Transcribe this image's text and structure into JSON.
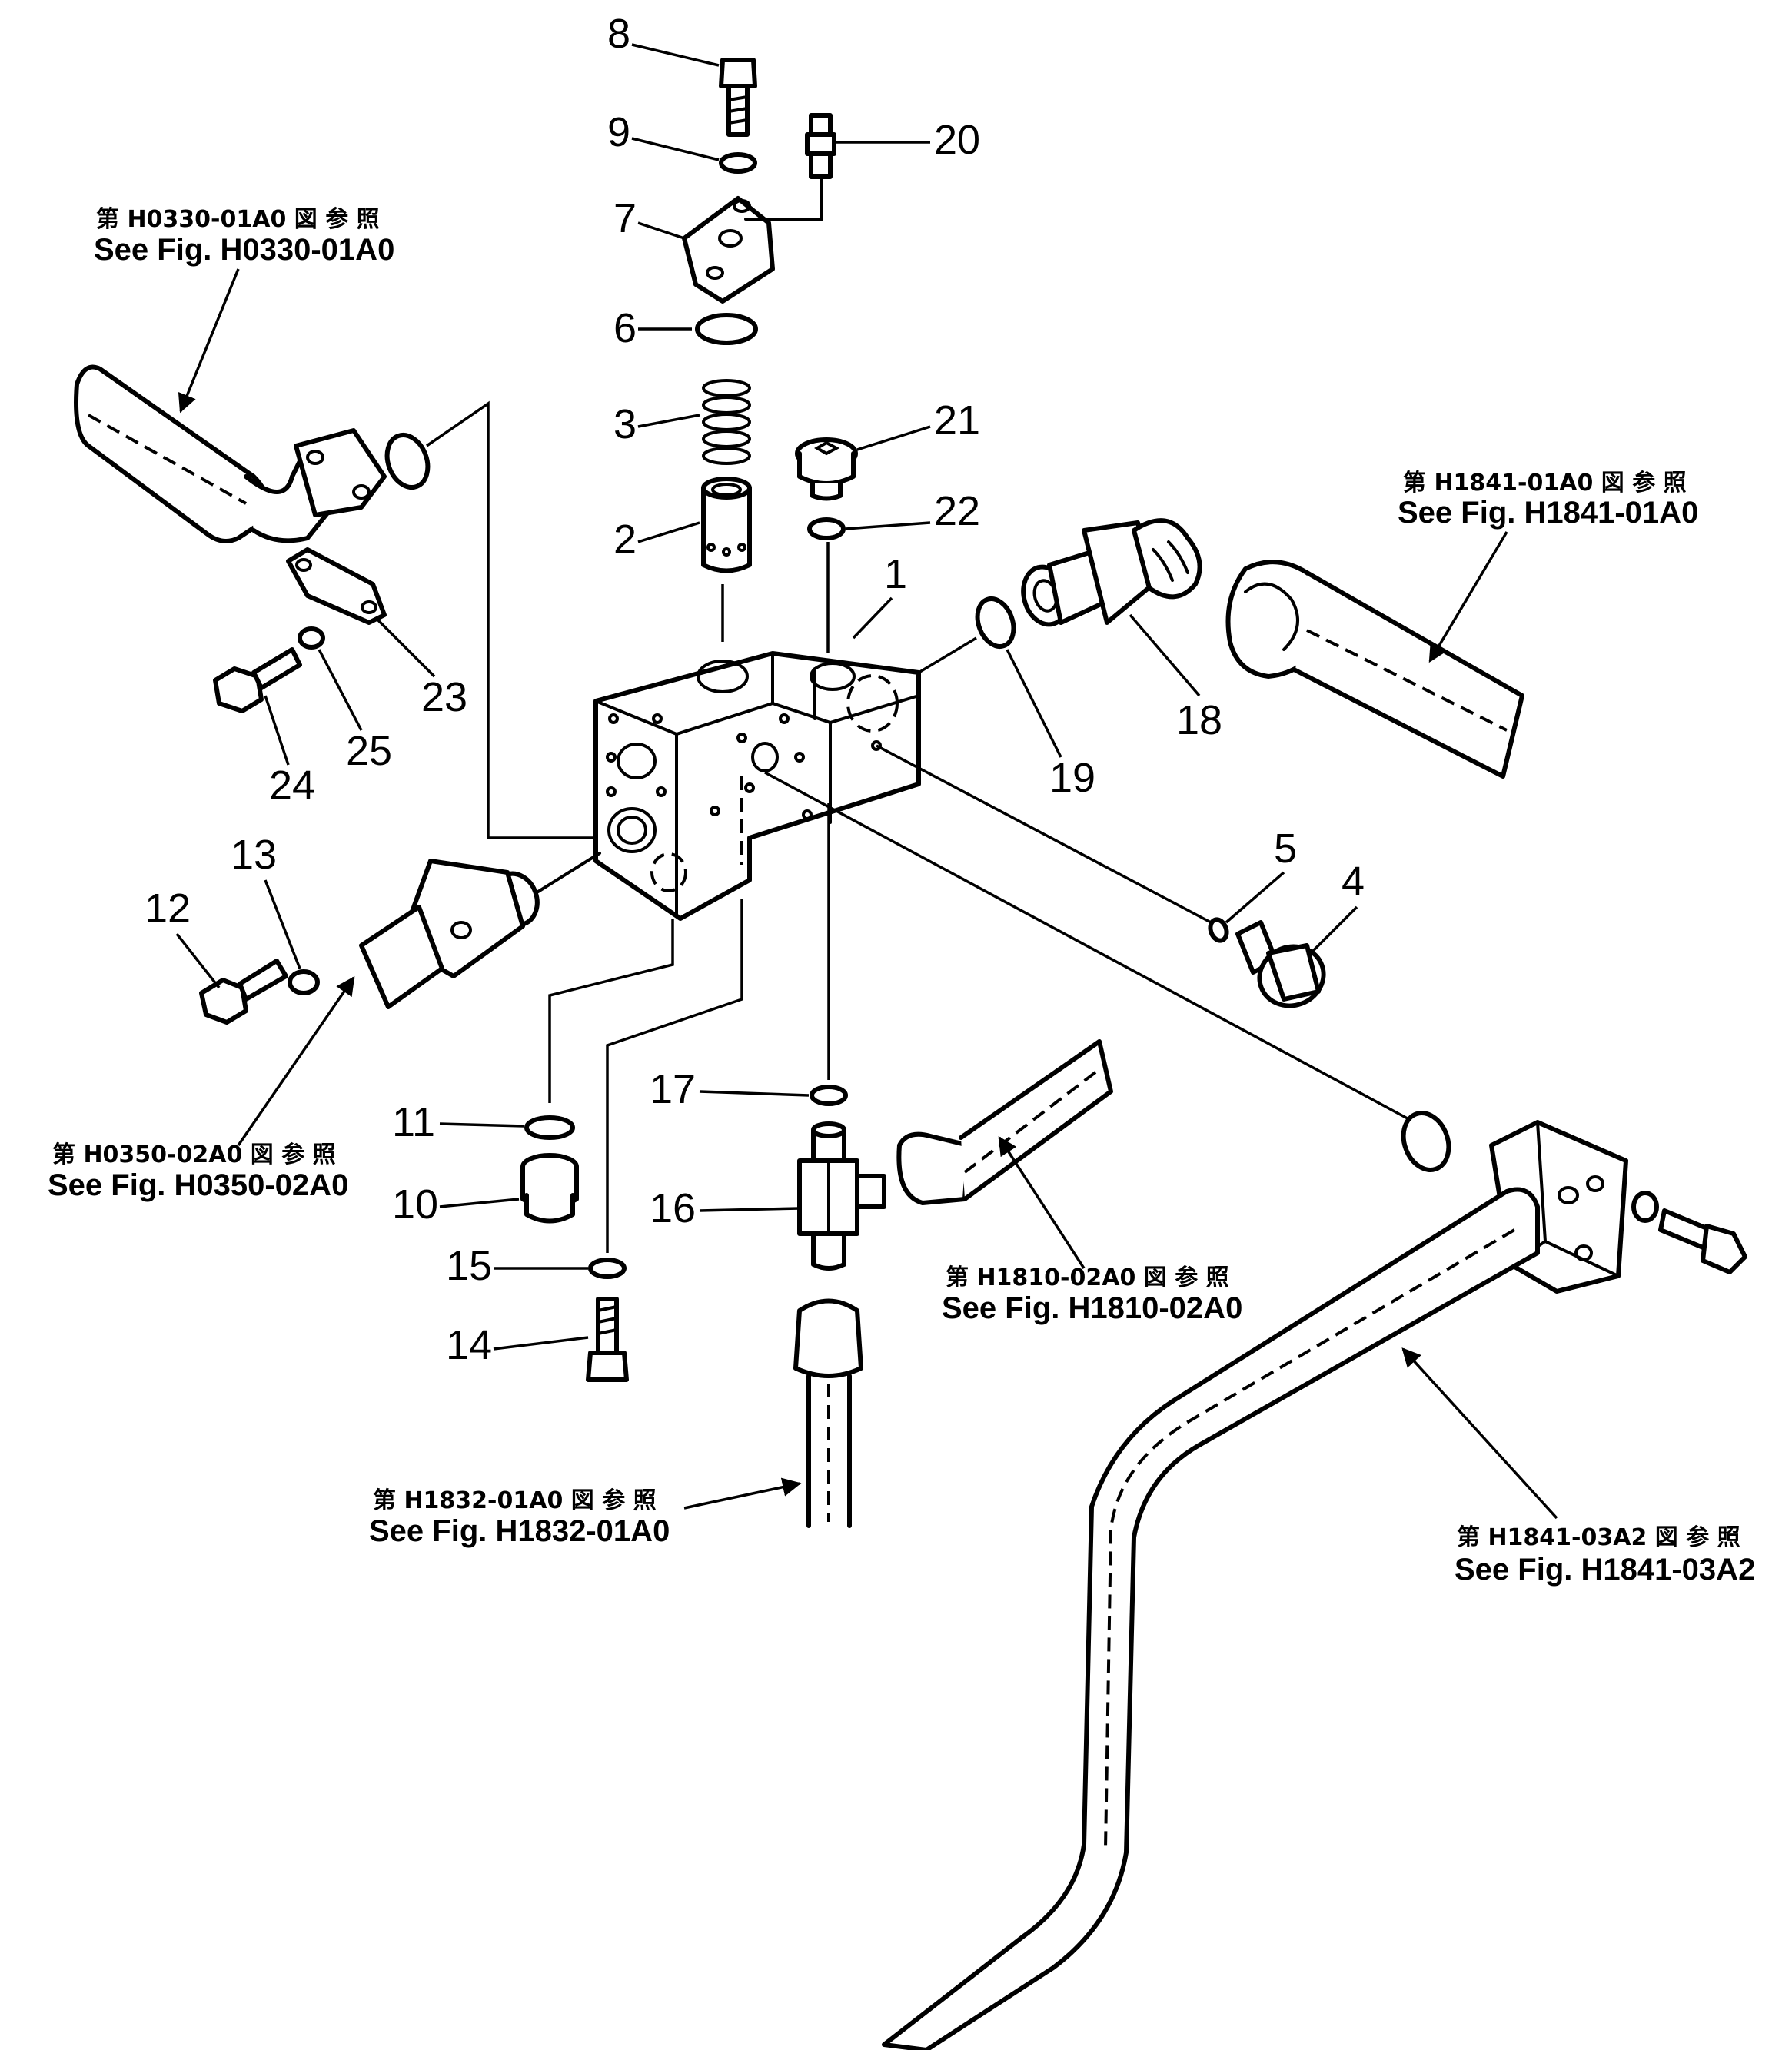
{
  "callouts": [
    "1",
    "2",
    "3",
    "4",
    "5",
    "6",
    "7",
    "8",
    "9",
    "10",
    "11",
    "12",
    "13",
    "14",
    "15",
    "16",
    "17",
    "18",
    "19",
    "20",
    "21",
    "22",
    "23",
    "24",
    "25"
  ],
  "references": [
    {
      "jp": "第 H0330-01A0 図 参 照",
      "en": "See Fig. H0330-01A0"
    },
    {
      "jp": "第 H1841-01A0 図 参 照",
      "en": "See Fig. H1841-01A0"
    },
    {
      "jp": "第 H0350-02A0 図 参 照",
      "en": "See Fig. H0350-02A0"
    },
    {
      "jp": "第 H1810-02A0 図 参 照",
      "en": "See Fig. H1810-02A0"
    },
    {
      "jp": "第 H1832-01A0 図 参 照",
      "en": "See Fig. H1832-01A0"
    },
    {
      "jp": "第 H1841-03A2 図 参 照",
      "en": "See Fig. H1841-03A2"
    }
  ]
}
